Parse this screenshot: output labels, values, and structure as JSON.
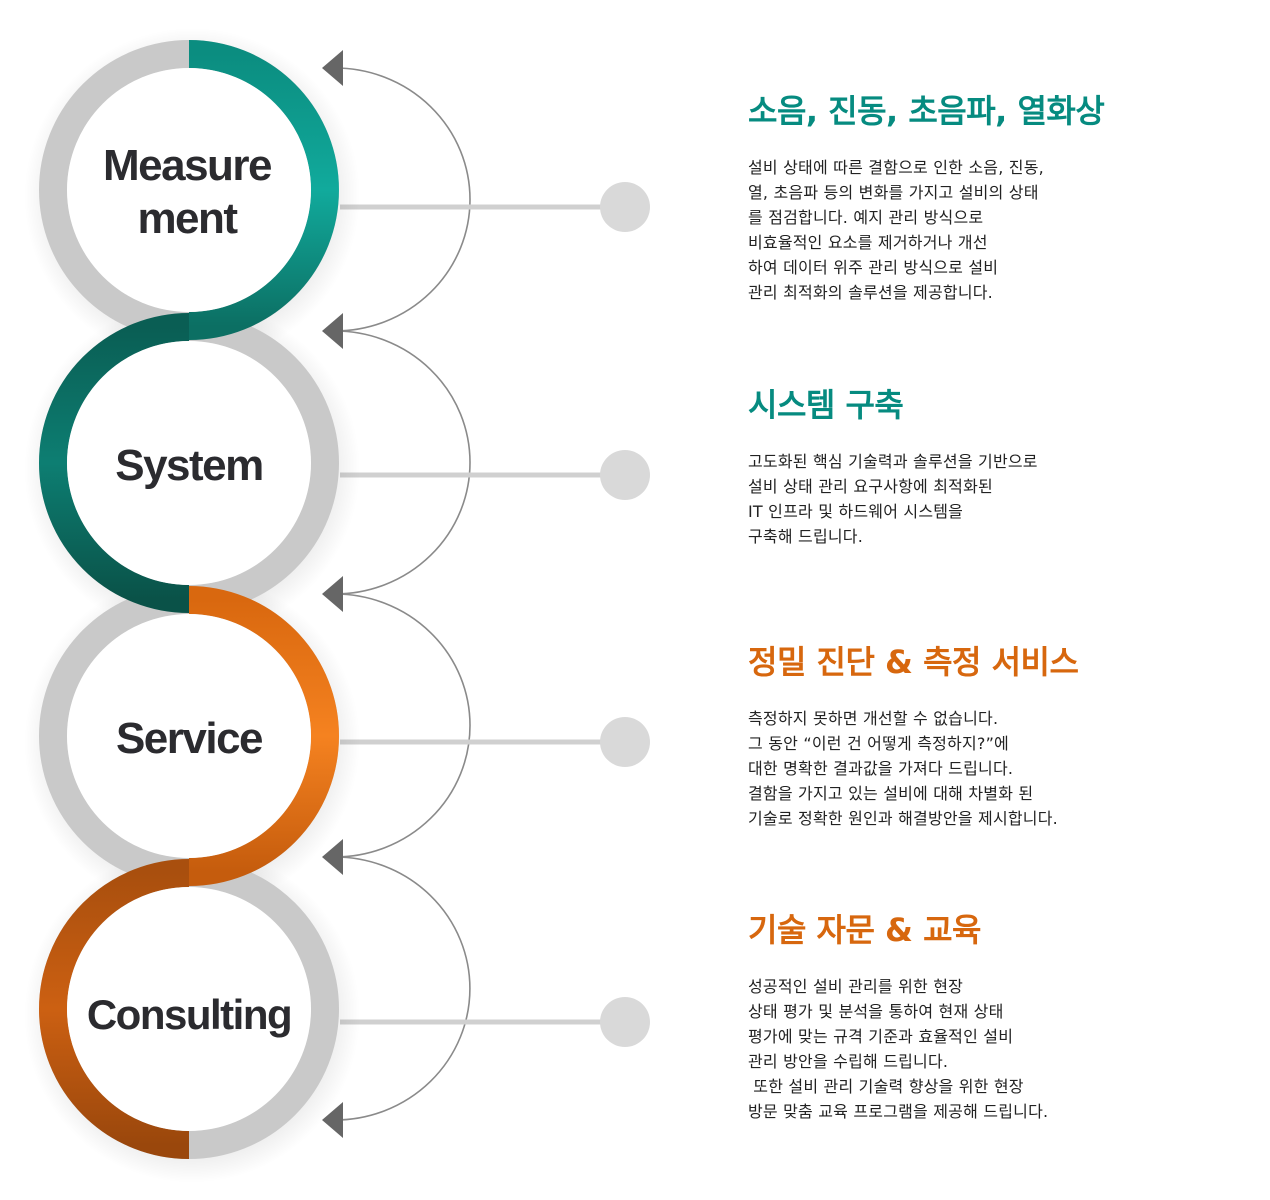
{
  "colors": {
    "teal": "#068b80",
    "teal_dark": "#0a5e54",
    "teal_light": "#11aa9c",
    "orange": "#d7670e",
    "orange_dark": "#b4560f",
    "orange_light": "#f08020",
    "ring_gray": "#c9c9c9",
    "dot_gray": "#d9d9d9",
    "arrow_gray": "#666666"
  },
  "rings": [
    {
      "label_lines": [
        "Measure",
        "ment"
      ],
      "accent": "teal"
    },
    {
      "label_lines": [
        "System"
      ],
      "accent": "teal"
    },
    {
      "label_lines": [
        "Service"
      ],
      "accent": "orange"
    },
    {
      "label_lines": [
        "Consulting"
      ],
      "accent": "orange"
    }
  ],
  "sections": [
    {
      "title": "소음, 진동, 초음파, 열화상",
      "accent": "teal",
      "lines": [
        "설비 상태에 따른 결함으로 인한 소음, 진동,",
        "열, 초음파 등의 변화를 가지고 설비의 상태",
        "를 점검합니다. 예지 관리 방식으로",
        "비효율적인 요소를 제거하거나 개선",
        "하여 데이터 위주 관리 방식으로 설비",
        "관리 최적화의 솔루션을 제공합니다."
      ]
    },
    {
      "title": "시스템 구축",
      "accent": "teal",
      "lines": [
        "고도화된 핵심 기술력과 솔루션을 기반으로",
        "설비 상태 관리 요구사항에 최적화된",
        "IT 인프라 및 하드웨어 시스템을",
        "구축해 드립니다."
      ]
    },
    {
      "title": "정밀 진단 & 측정 서비스",
      "accent": "orange",
      "lines": [
        "측정하지 못하면 개선할 수 없습니다.",
        "그 동안 “이런 건 어떻게 측정하지?”에",
        "대한 명확한 결과값을 가져다 드립니다.",
        "결함을 가지고 있는 설비에 대해 차별화 된",
        "기술로 정확한 원인과 해결방안을 제시합니다."
      ]
    },
    {
      "title": "기술 자문 & 교육",
      "accent": "orange",
      "lines": [
        "성공적인 설비 관리를 위한 현장",
        "상태 평가 및 분석을 통하여 현재 상태",
        "평가에 맞는 규격 기준과 효율적인 설비",
        "관리 방안을 수립해 드립니다.",
        " 또한 설비 관리 기술력 향상을 위한 현장",
        "방문 맞춤 교육 프로그램을 제공해 드립니다."
      ]
    }
  ]
}
